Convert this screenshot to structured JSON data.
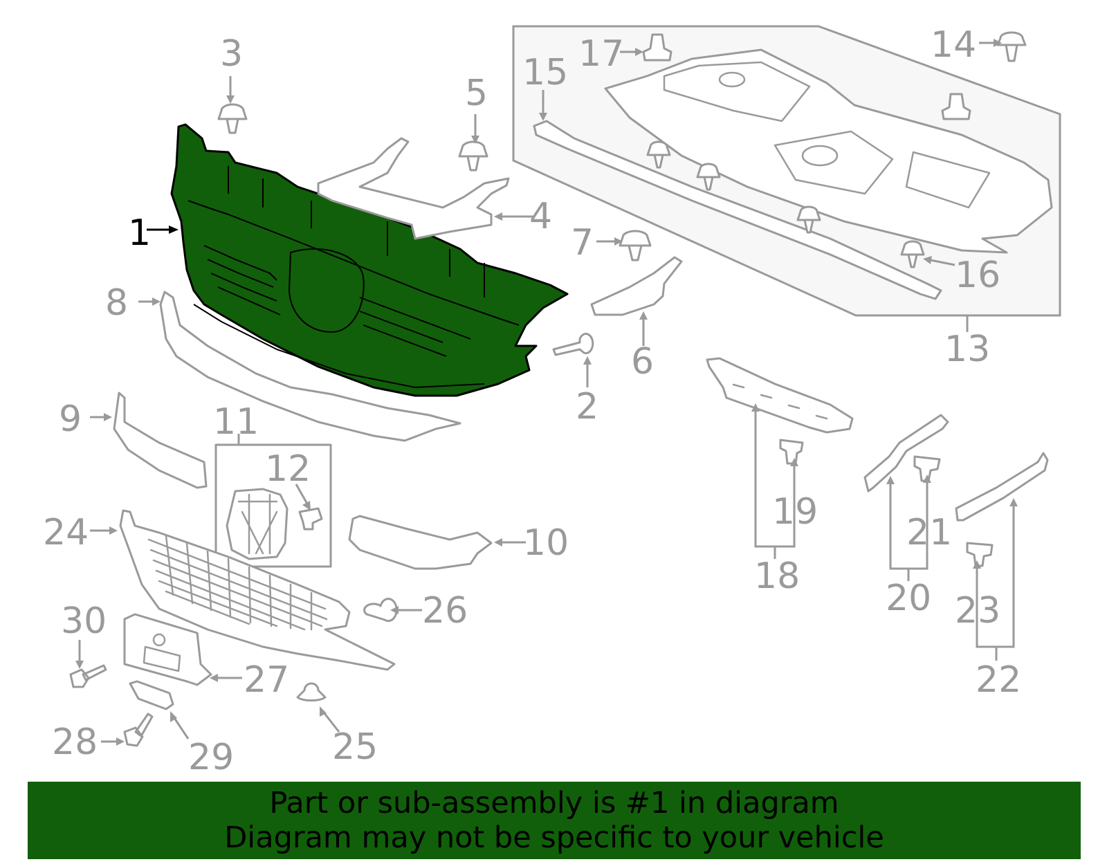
{
  "callouts": [
    {
      "id": "1",
      "highlighted": true
    },
    {
      "id": "2"
    },
    {
      "id": "3"
    },
    {
      "id": "4"
    },
    {
      "id": "5"
    },
    {
      "id": "6"
    },
    {
      "id": "7"
    },
    {
      "id": "8"
    },
    {
      "id": "9"
    },
    {
      "id": "10"
    },
    {
      "id": "11"
    },
    {
      "id": "12"
    },
    {
      "id": "13"
    },
    {
      "id": "14"
    },
    {
      "id": "15"
    },
    {
      "id": "16"
    },
    {
      "id": "17"
    },
    {
      "id": "18"
    },
    {
      "id": "19"
    },
    {
      "id": "20"
    },
    {
      "id": "21"
    },
    {
      "id": "22"
    },
    {
      "id": "23"
    },
    {
      "id": "24"
    },
    {
      "id": "25"
    },
    {
      "id": "26"
    },
    {
      "id": "27"
    },
    {
      "id": "28"
    },
    {
      "id": "29"
    },
    {
      "id": "30"
    }
  ],
  "banner": {
    "line1": "Part or sub-assembly is #1 in diagram",
    "line2": "Diagram may not be specific to your vehicle"
  },
  "colors": {
    "highlight_part": "#115f0a",
    "banner_background": "#115f0a",
    "line_gray": "#9a9a9a",
    "highlight_label": "#000000"
  }
}
